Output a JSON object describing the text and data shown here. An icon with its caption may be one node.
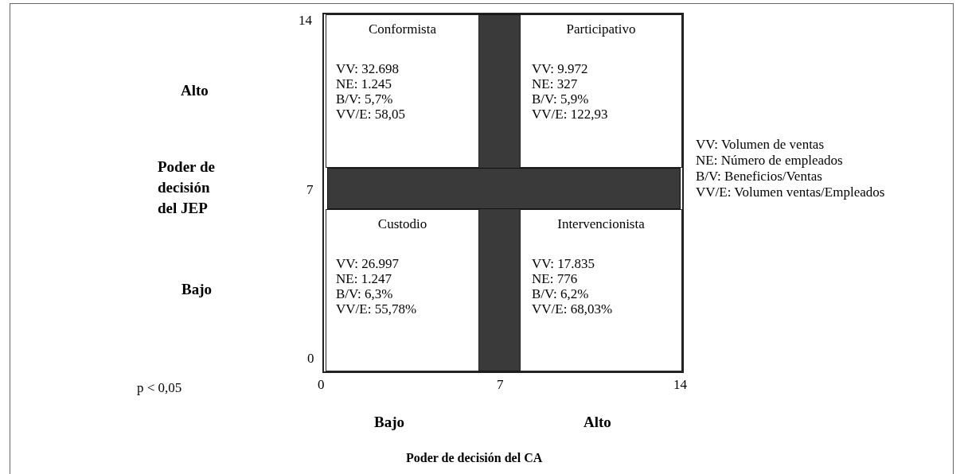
{
  "diagram": {
    "nodes": [
      {
        "text": [
          "Conformista",
          "VV: 32.698",
          "NE: 1.245",
          "B/V: 5,7%",
          "VV/E: 58,05"
        ]
      },
      {
        "text": [
          "Participativo",
          "VV: 9.972",
          "NE: 327",
          "B/V: 5,9%",
          "VV/E: 122,93"
        ]
      },
      {
        "text": [
          "Custodio",
          "VV: 26.997",
          "NE: 1.247",
          "B/V: 6,3%",
          "VV/E: 55,78%"
        ]
      },
      {
        "text": [
          "Intervencionista",
          "VV: 17.835",
          "NE: 776",
          "B/V: 6,2%",
          "VV/E: 68,03%"
        ]
      },
      {
        "text": [],
        "shape": "bar"
      },
      {
        "text": [],
        "shape": "bar"
      }
    ],
    "edges": [],
    "labels": [
      "14",
      "Alto",
      "VV: Volumen de ventas",
      "NE: Número de empleados",
      "B/V: Beneficios/Ventas",
      "VV/E: Volumen ventas/Empleados",
      "Poder de decisión del JEP",
      "7",
      "Bajo",
      "0",
      "p < 0,05",
      "0",
      "7",
      "14",
      "Bajo",
      "Alto",
      "Poder de decisión del CA"
    ]
  }
}
